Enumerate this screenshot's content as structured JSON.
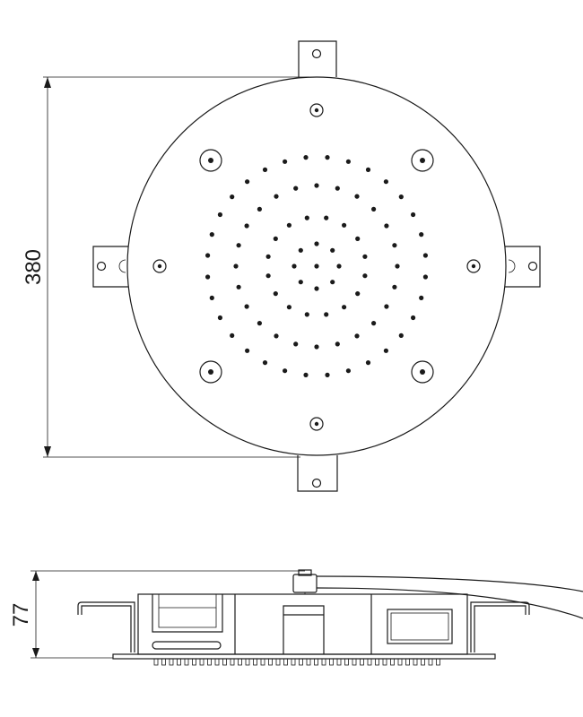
{
  "top_view": {
    "diameter_label": "380",
    "nozzle_rings": [
      {
        "count": 1,
        "phase_deg": 0
      },
      {
        "count": 8,
        "phase_deg": 0
      },
      {
        "count": 16,
        "phase_deg": 11.25
      },
      {
        "count": 24,
        "phase_deg": 0
      },
      {
        "count": 32,
        "phase_deg": 5.625
      }
    ]
  },
  "side_view": {
    "height_label": "77"
  },
  "colors": {
    "line": "#1a1a1a",
    "background": "#ffffff"
  }
}
